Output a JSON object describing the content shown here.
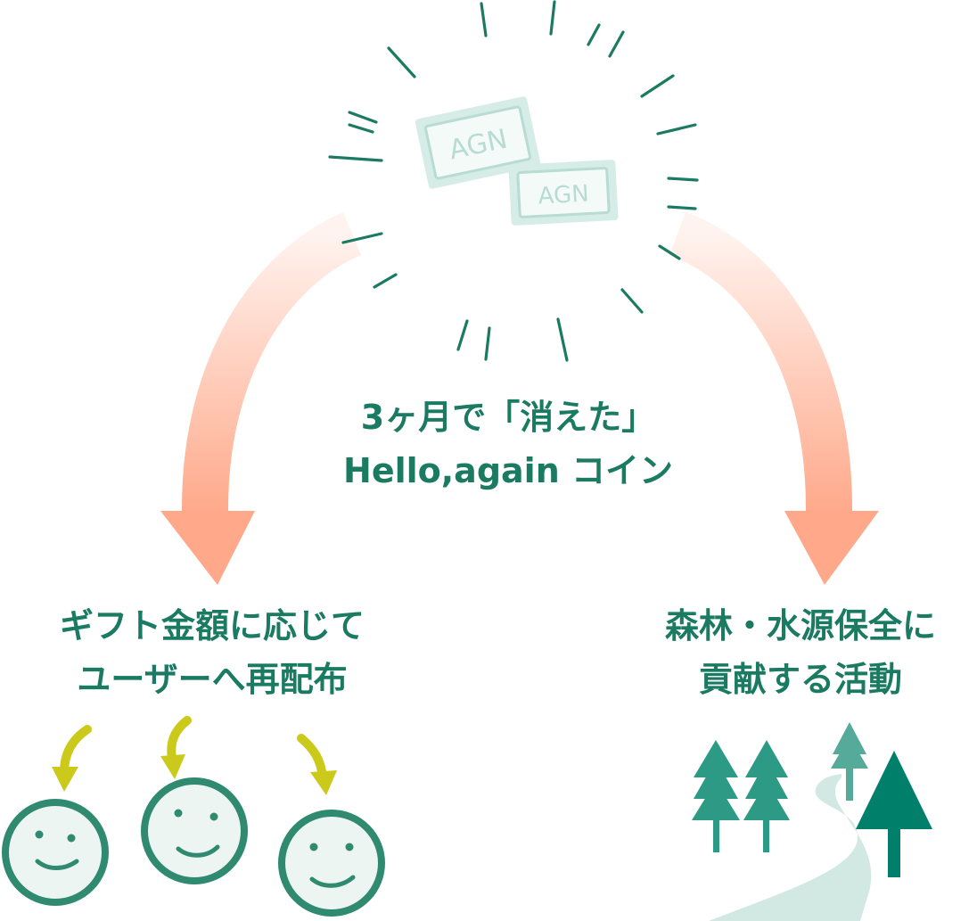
{
  "center": {
    "line1": "3ヶ月で「消えた」",
    "line2": "Hello,again コイン"
  },
  "coins": {
    "coin1_text": "AGN",
    "coin2_text": "AGN"
  },
  "left_outcome": {
    "line1": "ギフト金額に応じて",
    "line2": "ユーザーへ再配布"
  },
  "right_outcome": {
    "line1": "森林・水源保全に",
    "line2": "貢献する活動"
  },
  "icons": {
    "arrow_left": "curved-arrow-down-left-icon",
    "arrow_right": "curved-arrow-down-right-icon",
    "coins": "coin-bill-icon",
    "faces": "smiley-face-icon",
    "small_arrows": "small-curved-arrow-icon",
    "trees": "tree-icon",
    "river": "river-icon"
  },
  "colors": {
    "text": "#1a7a62",
    "arrow_gradient_start": "#fff1ec",
    "arrow_gradient_end": "#ffa98a",
    "coin_fill": "#d6ece6",
    "face_stroke": "#2f8a70",
    "face_fill": "#edf5f2",
    "small_arrow": "#cbc91a",
    "tree_dark": "#00806a",
    "tree_mid": "#2c9a84",
    "tree_light": "#55aa9a",
    "river": "#d2e8e2",
    "burst_lines": "#1a7a62"
  }
}
